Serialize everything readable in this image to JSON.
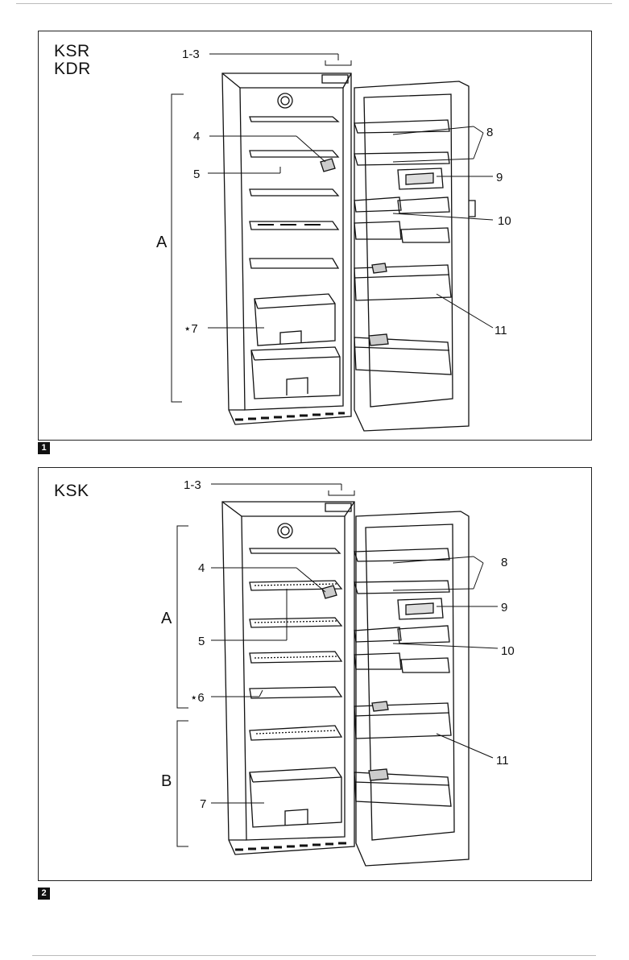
{
  "figure1": {
    "badge": "1",
    "models": [
      "KSR",
      "KDR"
    ],
    "labels": {
      "l13": "1-3",
      "l4": "4",
      "l5": "5",
      "lA": "A",
      "l7": "⋆7",
      "l8": "8",
      "l9": "9",
      "l10": "10",
      "l11": "11"
    }
  },
  "figure2": {
    "badge": "2",
    "models": [
      "KSK"
    ],
    "labels": {
      "l13": "1-3",
      "l4": "4",
      "lA": "A",
      "l5": "5",
      "l6": "⋆6",
      "lB": "B",
      "l7": "7",
      "l8": "8",
      "l9": "9",
      "l10": "10",
      "l11": "11"
    }
  }
}
